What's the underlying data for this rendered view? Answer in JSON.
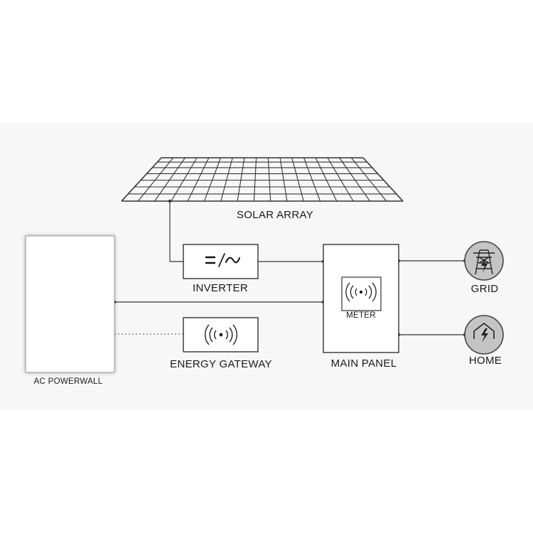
{
  "nodes": {
    "solar_array": {
      "label": "SOLAR ARRAY",
      "icon": "solar-panel-grid"
    },
    "inverter": {
      "label": "INVERTER",
      "icon": "dc-ac-inverter-symbol",
      "symbol": "=/∿"
    },
    "main_panel": {
      "label": "MAIN PANEL"
    },
    "meter": {
      "label": "METER",
      "icon": "wireless-signal-icon"
    },
    "energy_gateway": {
      "label": "ENERGY GATEWAY",
      "icon": "wireless-signal-icon"
    },
    "ac_powerwall": {
      "label": "AC POWERWALL"
    },
    "grid": {
      "label": "GRID",
      "icon": "transmission-tower-lightning-icon"
    },
    "home": {
      "label": "HOME",
      "icon": "house-lightning-icon"
    }
  },
  "connections": [
    {
      "from": "solar_array",
      "to": "inverter",
      "style": "solid"
    },
    {
      "from": "inverter",
      "to": "main_panel",
      "style": "solid"
    },
    {
      "from": "ac_powerwall",
      "to": "main_panel",
      "style": "solid"
    },
    {
      "from": "ac_powerwall",
      "to": "energy_gateway",
      "style": "dotted"
    },
    {
      "from": "main_panel",
      "to": "grid",
      "style": "solid"
    },
    {
      "from": "main_panel",
      "to": "home",
      "style": "solid"
    }
  ],
  "colors": {
    "line": "#555555",
    "stroke": "#333333",
    "icon_circle_fill": "#c4c4c4",
    "background_band": "#f7f7f7"
  }
}
